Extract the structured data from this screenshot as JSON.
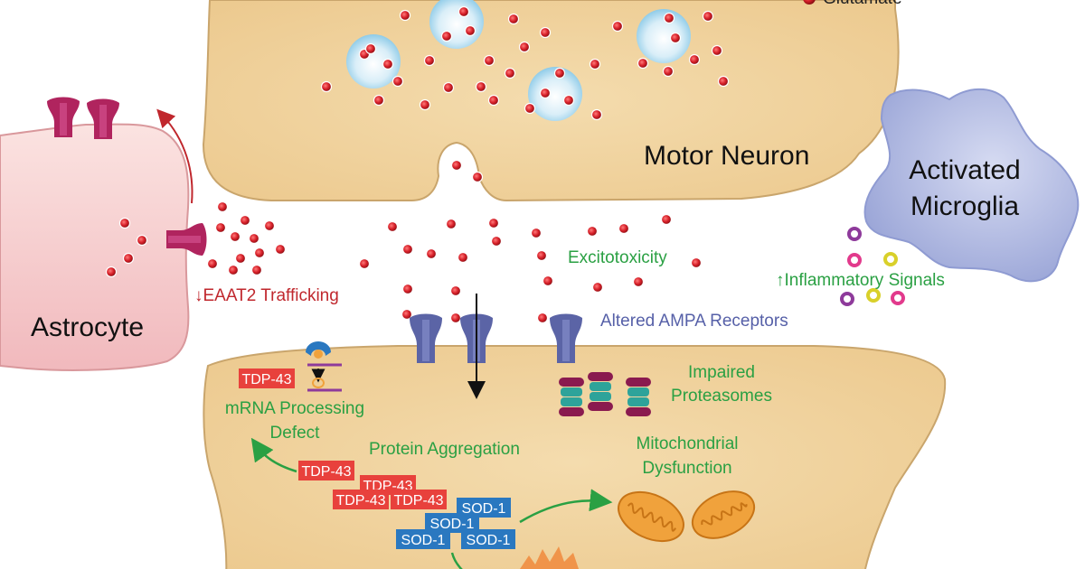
{
  "legend": {
    "label": "Glutamate"
  },
  "cells": {
    "motor_neuron": "Motor Neuron",
    "astrocyte": "Astrocyte",
    "microglia_line1": "Activated",
    "microglia_line2": "Microglia"
  },
  "labels": {
    "eaat2": "↓EAAT2 Trafficking",
    "excitotoxicity": "Excitotoxicity",
    "inflammatory": "↑Inflammatory Signals",
    "ampa": "Altered AMPA Receptors",
    "impaired_line1": "Impaired",
    "impaired_line2": "Proteasomes",
    "mrna_line1": "mRNA Processing",
    "mrna_line2": "Defect",
    "protein_aggregation": "Protein Aggregation",
    "mito_line1": "Mitochondrial",
    "mito_line2": "Dysfunction"
  },
  "tags": {
    "tdp43": "TDP-43",
    "sod1": "SOD-1"
  },
  "colors": {
    "neuron_fill": "#f1d4a1",
    "neuron_stroke": "#c9a56c",
    "astrocyte_fill": "#f3c8c8",
    "microglia_fill": "#a9b4df",
    "glutamate": "#d8212a",
    "green_label": "#2aa043",
    "ampa_label": "#5660a8",
    "eaat2_label": "#c0272d",
    "tdp43": "#e8413c",
    "sod1": "#2a78c0",
    "receptor": "#5b64a6",
    "transporter": "#b0245e",
    "mito": "#f0a23c"
  }
}
